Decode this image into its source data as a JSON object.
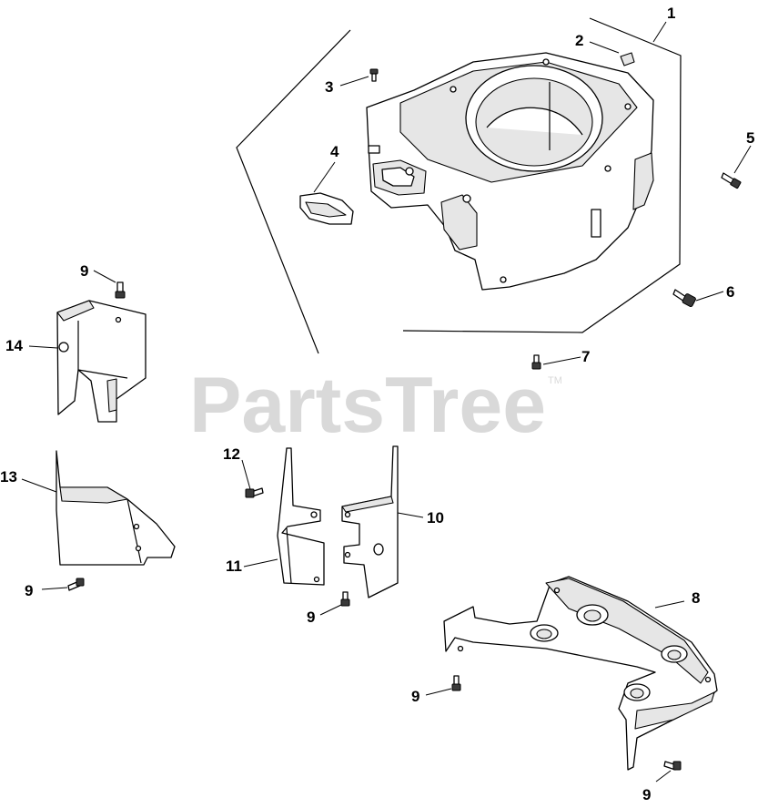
{
  "watermark": {
    "text": "PartsTree",
    "trademark": "TM"
  },
  "callouts": [
    {
      "id": "c1",
      "label": "1"
    },
    {
      "id": "c2",
      "label": "2"
    },
    {
      "id": "c3",
      "label": "3"
    },
    {
      "id": "c4",
      "label": "4"
    },
    {
      "id": "c5",
      "label": "5"
    },
    {
      "id": "c6",
      "label": "6"
    },
    {
      "id": "c7",
      "label": "7"
    },
    {
      "id": "c8",
      "label": "8"
    },
    {
      "id": "c9a",
      "label": "9"
    },
    {
      "id": "c9b",
      "label": "9"
    },
    {
      "id": "c9c",
      "label": "9"
    },
    {
      "id": "c9d",
      "label": "9"
    },
    {
      "id": "c9e",
      "label": "9"
    },
    {
      "id": "c10",
      "label": "10"
    },
    {
      "id": "c11",
      "label": "11"
    },
    {
      "id": "c12",
      "label": "12"
    },
    {
      "id": "c13",
      "label": "13"
    },
    {
      "id": "c14",
      "label": "14"
    }
  ]
}
